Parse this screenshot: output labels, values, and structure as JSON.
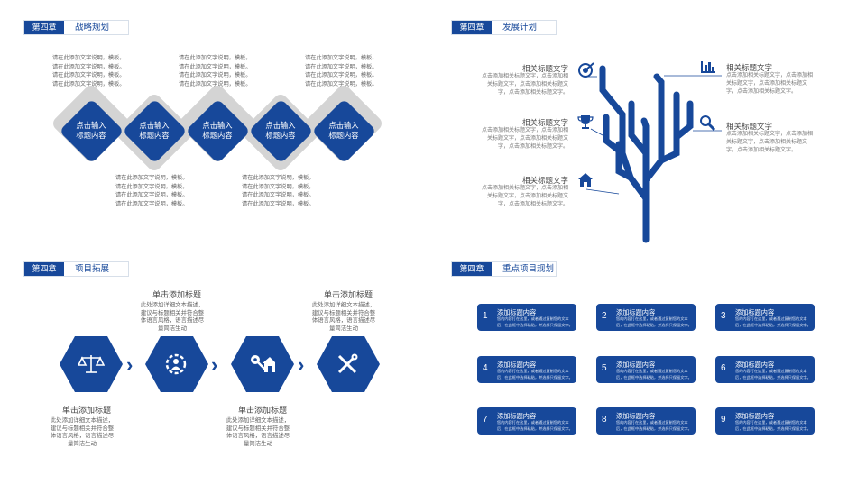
{
  "colors": {
    "brand": "#17489a",
    "shadow": "#d4d4d4",
    "text": "#666666"
  },
  "q1": {
    "header": {
      "tag": "第四章",
      "title": "战略规划"
    },
    "diamond_label_line1": "点击输入",
    "diamond_label_line2": "标题内容",
    "text_line": "请在此添加文字说明，模板。"
  },
  "q2": {
    "header": {
      "tag": "第四章",
      "title": "发展计划"
    },
    "items": [
      {
        "title": "相关标题文字",
        "desc": "点击添加相关标题文字，点击添加相关标题文字，点击添加相关标题文字，点击添加相关标题文字。",
        "icon": "target-icon"
      },
      {
        "title": "相关标题文字",
        "desc": "点击添加相关标题文字，点击添加相关标题文字，点击添加相关标题文字，点击添加相关标题文字。",
        "icon": "trophy-icon"
      },
      {
        "title": "相关标题文字",
        "desc": "点击添加相关标题文字，点击添加相关标题文字，点击添加相关标题文字，点击添加相关标题文字。",
        "icon": "home-icon"
      },
      {
        "title": "相关标题文字",
        "desc": "点击添加相关标题文字，点击添加相关标题文字，点击添加相关标题文字，点击添加相关标题文字。",
        "icon": "bar-chart-icon"
      },
      {
        "title": "相关标题文字",
        "desc": "点击添加相关标题文字，点击添加相关标题文字，点击添加相关标题文字，点击添加相关标题文字。",
        "icon": "search-icon"
      }
    ]
  },
  "q3": {
    "header": {
      "tag": "第四章",
      "title": "项目拓展"
    },
    "title": "单击添加标题",
    "desc": "此处添加详细文本描述，建议与标题相关并符合整体语言风格，语言描述尽量简洁生动",
    "icons": [
      "scales-icon",
      "gear-person-icon",
      "key-house-icon",
      "tools-icon"
    ]
  },
  "q4": {
    "header": {
      "tag": "第四章",
      "title": "重点项目规划"
    },
    "card_title": "添加标题内容",
    "card_desc": "您的内容打在这里，或者通过复制您的文本后，在此框中选择粘贴，并选择只保留文字。",
    "numbers": [
      "1",
      "2",
      "3",
      "4",
      "5",
      "6",
      "7",
      "8",
      "9"
    ]
  }
}
